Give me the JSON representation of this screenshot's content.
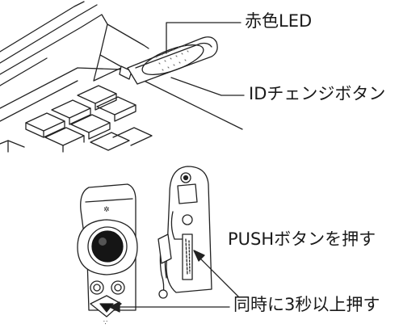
{
  "labels": {
    "red_led": "赤色LED",
    "id_change_button": "IDチェンジボタン",
    "push_button": "PUSHボタンを押す",
    "press_both": "同時に3秒以上押す"
  }
}
